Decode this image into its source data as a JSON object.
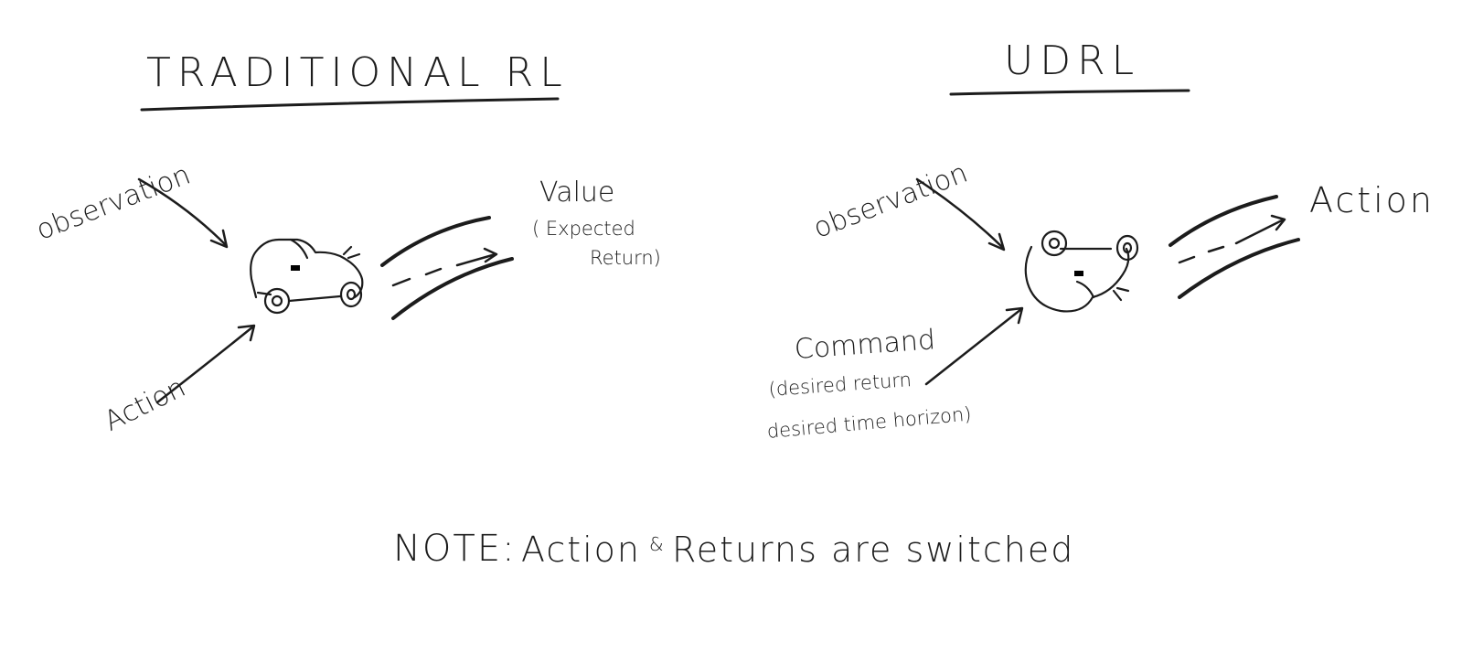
{
  "left": {
    "title": "TRADITIONAL RL",
    "input_top": "observation",
    "input_bottom": "Action",
    "output_line1": "Value",
    "output_line2": "( Expected",
    "output_line3": "Return)"
  },
  "right": {
    "title": "UDRL",
    "input_top": "observation",
    "input_bottom": "Command",
    "input_bottom_sub1": "(desired return",
    "input_bottom_sub2": "desired time horizon)",
    "output": "Action"
  },
  "note": {
    "prefix": "NOTE:",
    "text_a": "Action",
    "amp": "&",
    "text_b": "Returns are switched"
  },
  "colors": {
    "ink": "#1c1c1c",
    "background": "#ffffff"
  }
}
